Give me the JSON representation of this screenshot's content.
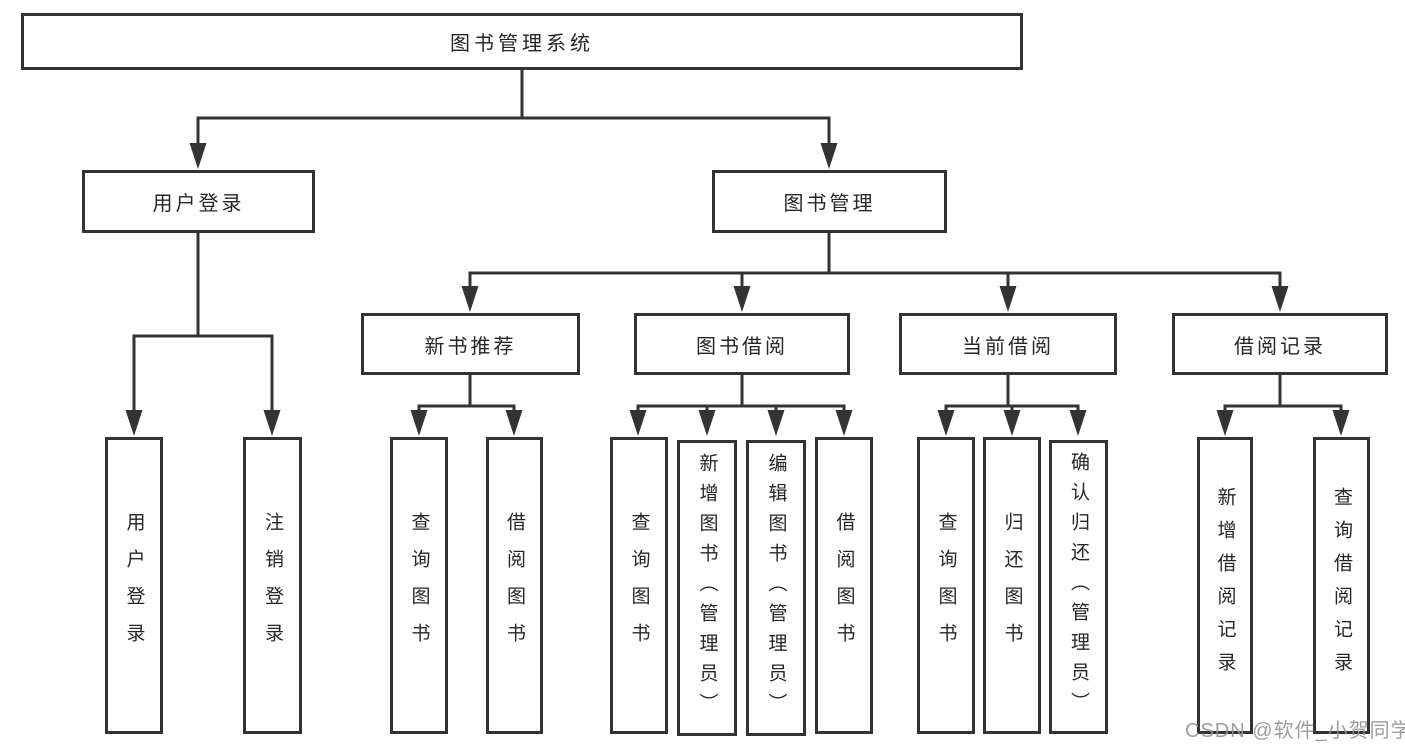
{
  "root": {
    "label": "图书管理系统"
  },
  "level2": {
    "user_login": {
      "label": "用户登录"
    },
    "book_management": {
      "label": "图书管理"
    }
  },
  "level3": {
    "new_book_recommend": {
      "label": "新书推荐"
    },
    "book_borrow": {
      "label": "图书借阅"
    },
    "current_borrow": {
      "label": "当前借阅"
    },
    "borrow_record": {
      "label": "借阅记录"
    }
  },
  "leaves": {
    "user_login": {
      "label": "用户登录"
    },
    "logout": {
      "label": "注销登录"
    },
    "nbr_query_book": {
      "label": "查询图书"
    },
    "nbr_borrow_book": {
      "label": "借阅图书"
    },
    "bb_query_book": {
      "label": "查询图书"
    },
    "bb_add_book_admin": {
      "label": "新增图书（管理员）"
    },
    "bb_edit_book_admin": {
      "label": "编辑图书（管理员）"
    },
    "bb_borrow_book": {
      "label": "借阅图书"
    },
    "cb_query_book": {
      "label": "查询图书"
    },
    "cb_return_book": {
      "label": "归还图书"
    },
    "cb_confirm_return_admin": {
      "label": "确认归还（管理员）"
    },
    "br_add_record": {
      "label": "新增借阅记录"
    },
    "br_query_record": {
      "label": "查询借阅记录"
    }
  },
  "watermark": {
    "text": "CSDN @软件_小贺同学"
  },
  "colors": {
    "line": "#333333",
    "box_border": "#333333",
    "box_fill": "#ffffff",
    "text": "#262626",
    "watermark": "#919191",
    "background": "#ffffff"
  }
}
